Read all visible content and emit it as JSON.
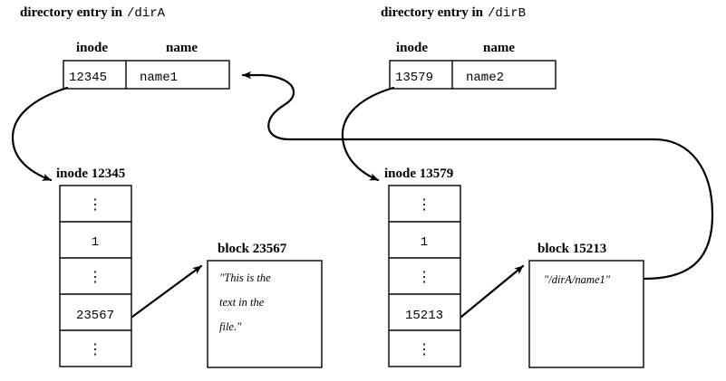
{
  "diagram": {
    "title_left_prefix": "directory entry in",
    "title_left_path": "/dirA",
    "title_right_prefix": "directory entry in",
    "title_right_path": "/dirB",
    "col_header_inode": "inode",
    "col_header_name": "name",
    "dirA_entry": {
      "inode": "12345",
      "name": "name1"
    },
    "dirB_entry": {
      "inode": "13579",
      "name": "name2"
    },
    "inode_left": {
      "caption": "inode 12345",
      "rows": [
        "⋮",
        "1",
        "⋮",
        "23567",
        "⋮"
      ]
    },
    "inode_right": {
      "caption": "inode 13579",
      "rows": [
        "⋮",
        "1",
        "⋮",
        "15213",
        "⋮"
      ]
    },
    "block_left": {
      "caption": "block 23567",
      "lines": [
        "\"This is the",
        "text in the",
        "file.\""
      ]
    },
    "block_right": {
      "caption": "block 15213",
      "lines": [
        "\"/dirA/name1\""
      ]
    },
    "colors": {
      "ink": "#000000",
      "paper": "#ffffff"
    }
  }
}
